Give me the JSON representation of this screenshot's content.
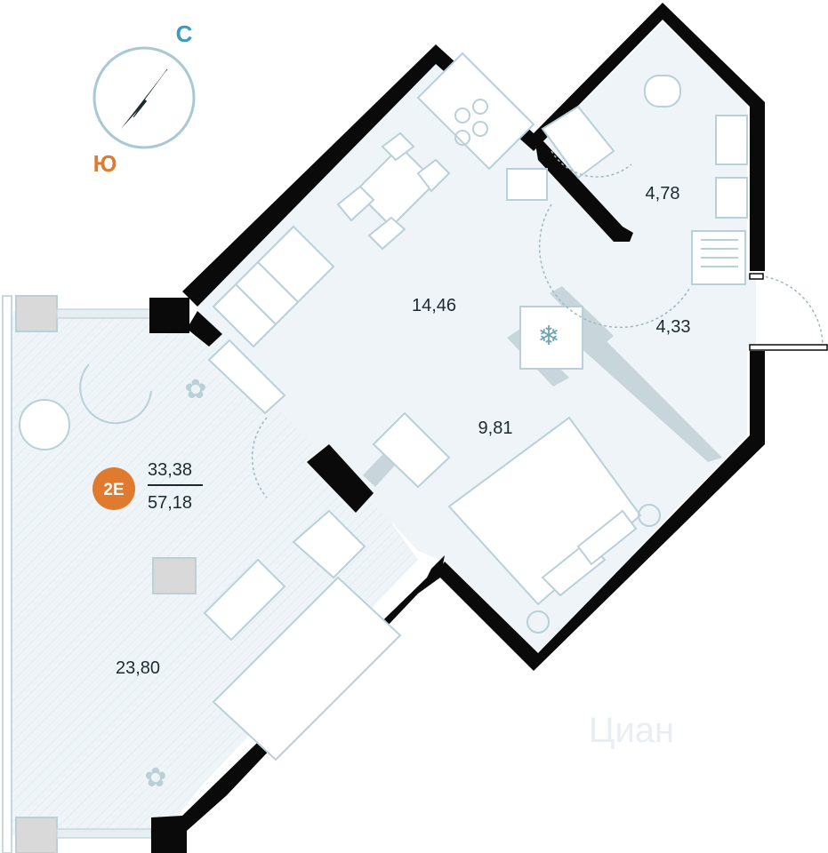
{
  "compass": {
    "north_label": "С",
    "south_label": "Ю",
    "north_color": "#3a9bc1",
    "south_color": "#e07a2e"
  },
  "apartment": {
    "code": "2E",
    "living_area": "33,38",
    "total_area": "57,18",
    "badge_color": "#e07a2e"
  },
  "rooms": {
    "bathroom": "4,78",
    "kitchen_living": "14,46",
    "hallway": "4,33",
    "bedroom": "9,81",
    "terrace": "23,80"
  },
  "colors": {
    "wall": "#0a0a0a",
    "floor": "#eef4f7",
    "furniture_stroke": "#b9d0d9"
  },
  "watermark": "Циан"
}
